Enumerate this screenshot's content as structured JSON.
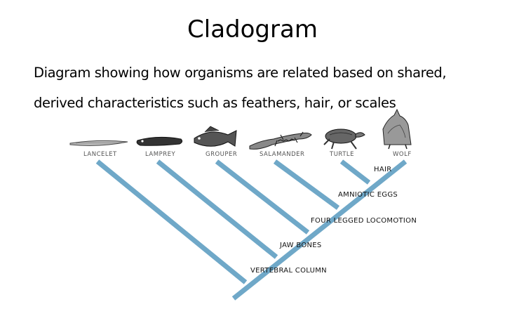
{
  "slide": {
    "title": "Cladogram",
    "subtitle_line1": "Diagram showing how organisms are related based on shared,",
    "subtitle_line2": "derived characteristics such as feathers, hair, or scales"
  },
  "cladogram": {
    "branch_color": "#6fa8c8",
    "taxa": [
      {
        "label": "LANCELET",
        "icon": "lancelet-illustration"
      },
      {
        "label": "LAMPREY",
        "icon": "lamprey-illustration"
      },
      {
        "label": "GROUPER",
        "icon": "grouper-illustration"
      },
      {
        "label": "SALAMANDER",
        "icon": "salamander-illustration"
      },
      {
        "label": "TURTLE",
        "icon": "turtle-illustration"
      },
      {
        "label": "WOLF",
        "icon": "wolf-illustration"
      }
    ],
    "traits": [
      {
        "label": "HAIR"
      },
      {
        "label": "AMNIOTIC EGGS"
      },
      {
        "label": "FOUR LEGGED LOCOMOTION"
      },
      {
        "label": "JAW BONES"
      },
      {
        "label": "VERTEBRAL COLUMN"
      }
    ]
  }
}
